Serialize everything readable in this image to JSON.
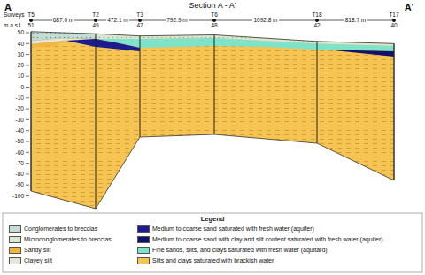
{
  "diagram": {
    "title": "Section A - A'",
    "labels": [
      "A",
      "A'",
      "Surveys",
      "m.a.s.l.",
      "T5",
      "51",
      "687.0 m",
      "T2",
      "49",
      "472.1 m",
      "T3",
      "47",
      "792.9 m",
      "T6",
      "48",
      "1092.8 m",
      "T18",
      "42",
      "818.7 m",
      "T17",
      "40",
      "50",
      "40",
      "30",
      "20",
      "10",
      "0",
      "-10",
      "-20",
      "-30",
      "-40",
      "-50",
      "-60",
      "-70",
      "-80",
      "-90",
      "-100",
      "Legend"
    ],
    "legend": [
      {
        "text": "Conglomerates to breccias",
        "color": "#c5ddd5"
      },
      {
        "text": "Microconglomerates to breccias",
        "color": "#d8e6d2"
      },
      {
        "text": "Sandy silt",
        "color": "#f2b63c"
      },
      {
        "text": "Clayey silt",
        "color": "#e2e8d8"
      },
      {
        "text": "Medium to coarse sand saturated with fresh water (aquifer)",
        "color": "#1c1c8f"
      },
      {
        "text": "Medium to coarse sand with clay and silt content saturated with fresh water (aquifer)",
        "color": "#12126b"
      },
      {
        "text": "Fine sands, silts, and clays saturated with fresh water (aquitard)",
        "color": "#7fe3c9"
      },
      {
        "text": "Silts and clays saturated with brackish water",
        "color": "#f6c453"
      }
    ]
  }
}
